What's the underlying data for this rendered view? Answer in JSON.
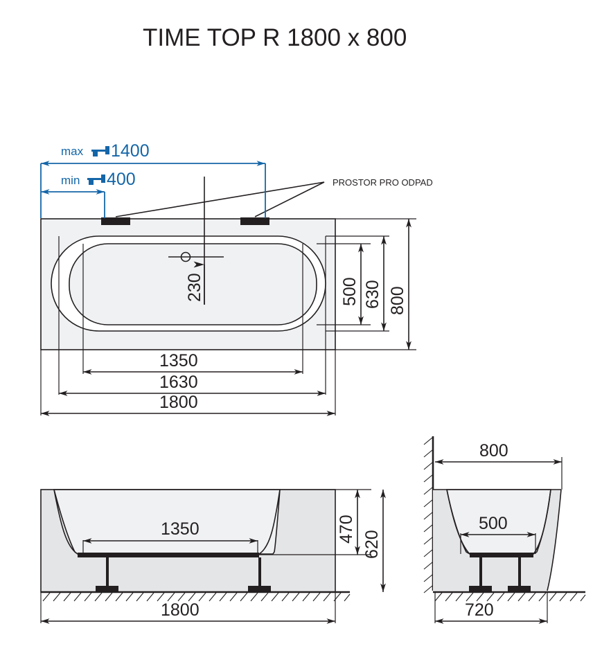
{
  "title": "TIME TOP R 1800 x 800",
  "annotations": {
    "drain_space_label": "PROSTOR PRO ODPAD",
    "tap_max_prefix": "max",
    "tap_max_value": "1400",
    "tap_min_prefix": "min",
    "tap_min_value": "400",
    "tap_icon": "faucet-icon"
  },
  "views": {
    "top": {
      "name": "top-view",
      "dimensions": {
        "inner_length": "1350",
        "mid_length": "1630",
        "outer_length": "1800",
        "inner_width": "500",
        "mid_width": "630",
        "outer_width": "800",
        "drain_offset": "230"
      }
    },
    "front": {
      "name": "front-elevation",
      "dimensions": {
        "inner_length": "1350",
        "outer_length": "1800",
        "inner_height": "470",
        "outer_height": "620"
      }
    },
    "side": {
      "name": "side-elevation",
      "dimensions": {
        "outer_width": "800",
        "inner_width": "500",
        "foot_width": "720"
      }
    }
  },
  "colors": {
    "accent_blue": "#1466a8",
    "line_black": "#231f20",
    "fill_light": "#f0f1f3",
    "fill_mid": "#e4e5e7"
  }
}
